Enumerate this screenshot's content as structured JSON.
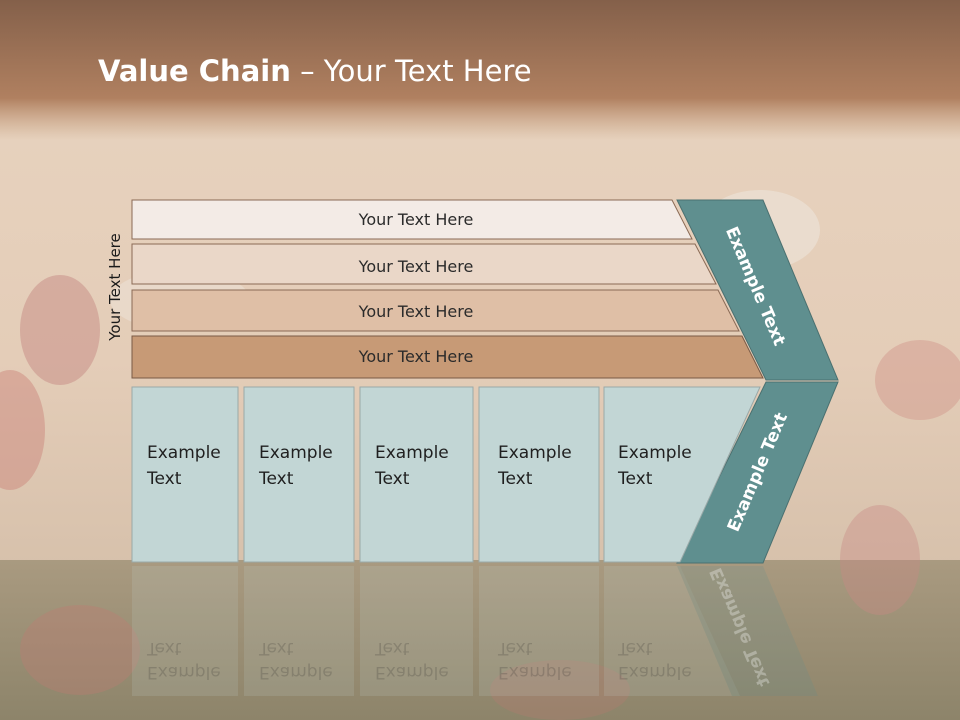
{
  "slide": {
    "title_bold": "Value Chain",
    "title_rest": " – Your Text Here",
    "side_label": "Your Text Here"
  },
  "rows": [
    {
      "label": "Your Text Here",
      "color": "#f3ebe6"
    },
    {
      "label": "Your Text Here",
      "color": "#ead7c8"
    },
    {
      "label": "Your Text Here",
      "color": "#dfbfa6"
    },
    {
      "label": "Your Text Here",
      "color": "#c79a76"
    }
  ],
  "cells": [
    {
      "line1": "Example",
      "line2": "Text"
    },
    {
      "line1": "Example",
      "line2": "Text"
    },
    {
      "line1": "Example",
      "line2": "Text"
    },
    {
      "line1": "Example",
      "line2": "Text"
    },
    {
      "line1": "Example",
      "line2": "Text"
    }
  ],
  "chevron": {
    "upper_label": "Example Text",
    "lower_label": "Example Text",
    "color": "#5f8f8f"
  },
  "colors": {
    "header": "#a87a58",
    "cell_fill": "#c2d6d5",
    "cell_border": "#9aa9a8"
  }
}
